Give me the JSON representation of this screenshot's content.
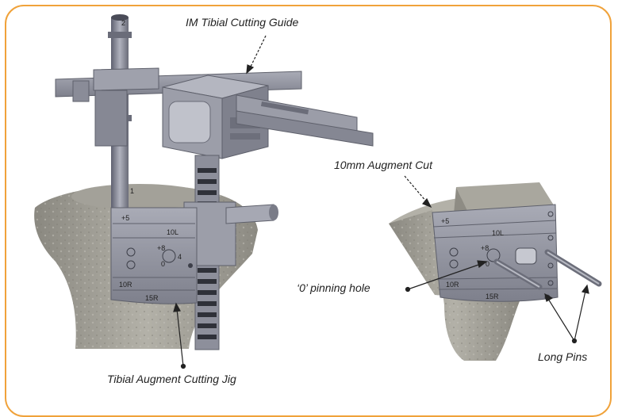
{
  "labels": {
    "im_guide": "IM Tibial Cutting Guide",
    "augment_cut": "10mm Augment Cut",
    "pinning_hole": "‘0’ pinning hole",
    "long_pins": "Long Pins",
    "augment_jig": "Tibial Augment Cutting Jig"
  },
  "jig_markings": {
    "plus5": "+5",
    "ten_l": "10L",
    "ten_r": "10R",
    "fifteen_r": "15R",
    "plus8": "+8",
    "zero": "0",
    "four": "4",
    "one": "1",
    "two": "2"
  },
  "colors": {
    "frame": "#f0a23a",
    "bone": "#9a9890",
    "metal": "#8d8f9c",
    "text": "#222222"
  }
}
